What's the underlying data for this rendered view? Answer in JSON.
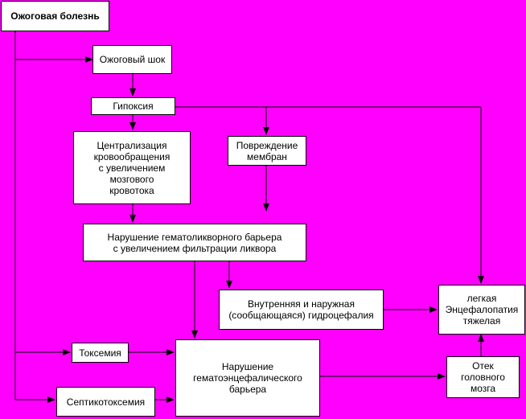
{
  "diagram": {
    "background_color": "#ff00ff",
    "nodes": {
      "burn_disease": "Ожоговая болезнь",
      "burn_shock": "Ожоговый шок",
      "hypoxia": "Гипоксия",
      "centralization": "Централизация\nкровообращения\nс увеличением\nмозгового\nкровотока",
      "membrane_damage": "Повреждение\nмембран",
      "liquor_barrier": "Нарушение гематоликворного барьера\nс увеличением фильтрации ликвора",
      "hydrocephalus": "Внутренняя и наружная\n(сообщающаяся) гидроцефалия",
      "encephalopathy": "легкая\nЭнцефалопатия\nтяжелая",
      "toxemia": "Токсемия",
      "septicotoxemia": "Септикотоксемия",
      "brain_barrier": "Нарушение\nгематоэнцефалического\nбарьера",
      "brain_edema": "Отек\nголовного\nмозга"
    }
  }
}
